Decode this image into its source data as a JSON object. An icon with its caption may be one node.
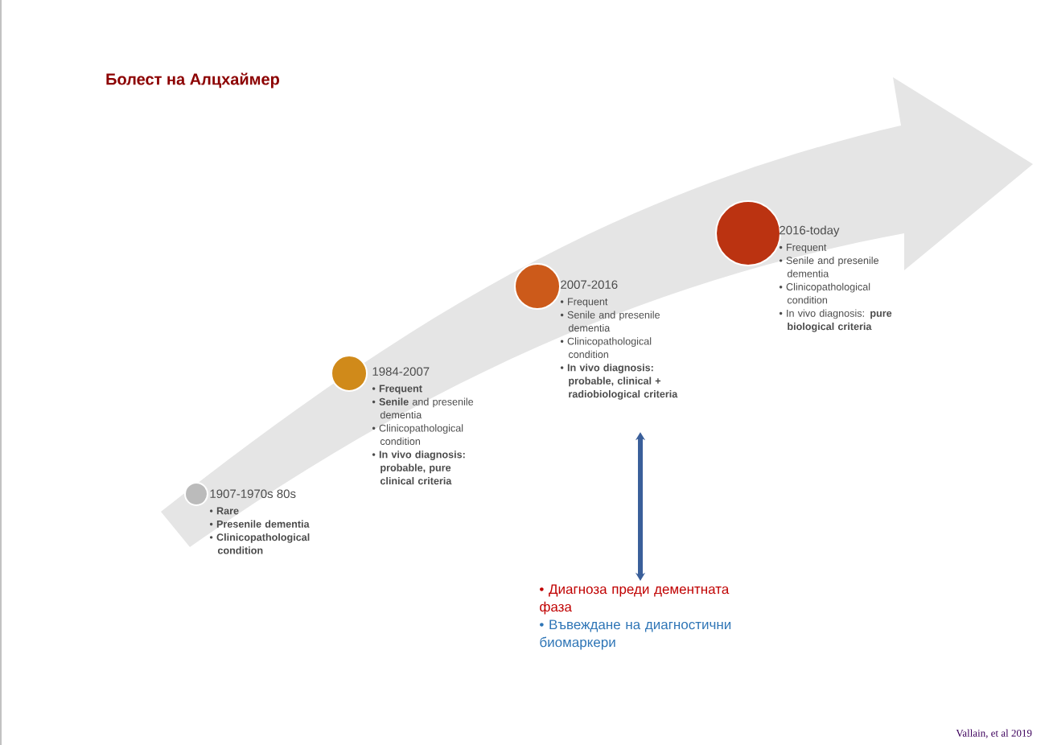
{
  "diagram": {
    "title": "Болест на Алцхаймер",
    "nodes": [
      {
        "text": [
          "1907-1970s 80s",
          "• **Rare**",
          "• **Presenile dementia**",
          "• **Clinicopathological condition**"
        ]
      },
      {
        "text": [
          "1984-2007",
          "• **Frequent**",
          "• **Senile** and presenile dementia",
          "• Clinicopathological condition",
          "• **In vivo diagnosis: probable, pure clinical criteria**"
        ]
      },
      {
        "text": [
          "2007-2016",
          "• Frequent",
          "• Senile and presenile dementia",
          "• Clinicopathological condition",
          "• **In vivo diagnosis: probable, clinical + radiobiological criteria**"
        ]
      },
      {
        "text": [
          "2016-today",
          "• Frequent",
          "• Senile and presenile dementia",
          "• Clinicopathological condition",
          "• In vivo diagnosis: **pure biological criteria**"
        ]
      },
      {
        "text": [
          "• Диагноза преди дементната фаза",
          "• Въвеждане на диагностични биомаркери"
        ]
      }
    ],
    "edges": [
      {
        "from": 2,
        "to": 4,
        "arrow": "both"
      }
    ],
    "labels": [
      "Vallain, et al 2019"
    ]
  }
}
